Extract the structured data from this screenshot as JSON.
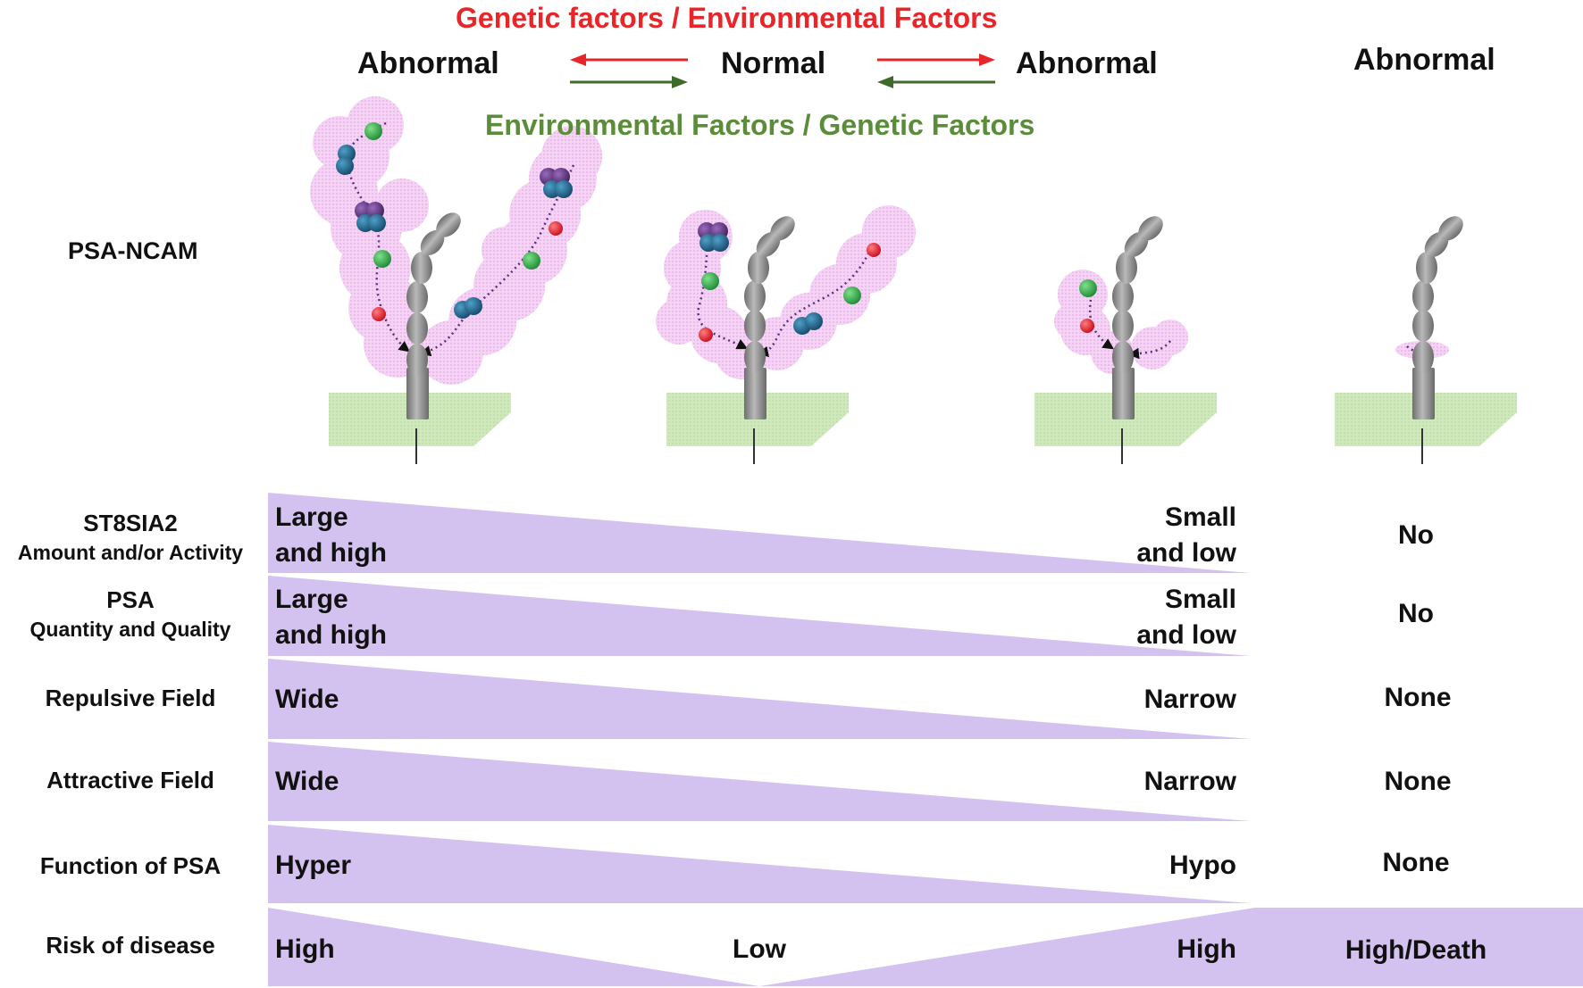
{
  "header": {
    "genetic_environmental": "Genetic factors / Environmental Factors",
    "environmental_genetic": "Environmental Factors / Genetic Factors",
    "states": [
      "Abnormal",
      "Normal",
      "Abnormal",
      "Abnormal"
    ]
  },
  "psa_ncam_label": "PSA-NCAM",
  "colors": {
    "red_arrow": "#e8262a",
    "green_arrow": "#3e6b2a",
    "psa_cloud": "#f1c6f1",
    "membrane": "#c9e4b5",
    "wedge": "#d3c2ef",
    "protein": "#8a8a8a",
    "bead_green": "#2fb24a",
    "bead_red": "#e3162b",
    "bead_teal": "#1f5f86",
    "bead_purple": "#5a2f7c"
  },
  "rows": [
    {
      "label": "ST8SIA2",
      "sublabel": "Amount and/or Activity",
      "left": "Large\nand high",
      "right": "Small\nand low",
      "outcome": "No"
    },
    {
      "label": "PSA",
      "sublabel": "Quantity and Quality",
      "left": "Large\nand high",
      "right": "Small\nand low",
      "outcome": "No"
    },
    {
      "label": "Repulsive Field",
      "sublabel": "",
      "left": "Wide",
      "right": "Narrow",
      "outcome": "None"
    },
    {
      "label": "Attractive Field",
      "sublabel": "",
      "left": "Wide",
      "right": "Narrow",
      "outcome": "None"
    },
    {
      "label": "Function of PSA",
      "sublabel": "",
      "left": "Hyper",
      "right": "Hypo",
      "outcome": "None"
    },
    {
      "label": "Risk of disease",
      "sublabel": "",
      "left": "High",
      "middle": "Low",
      "right": "High",
      "outcome": "High/Death"
    }
  ]
}
